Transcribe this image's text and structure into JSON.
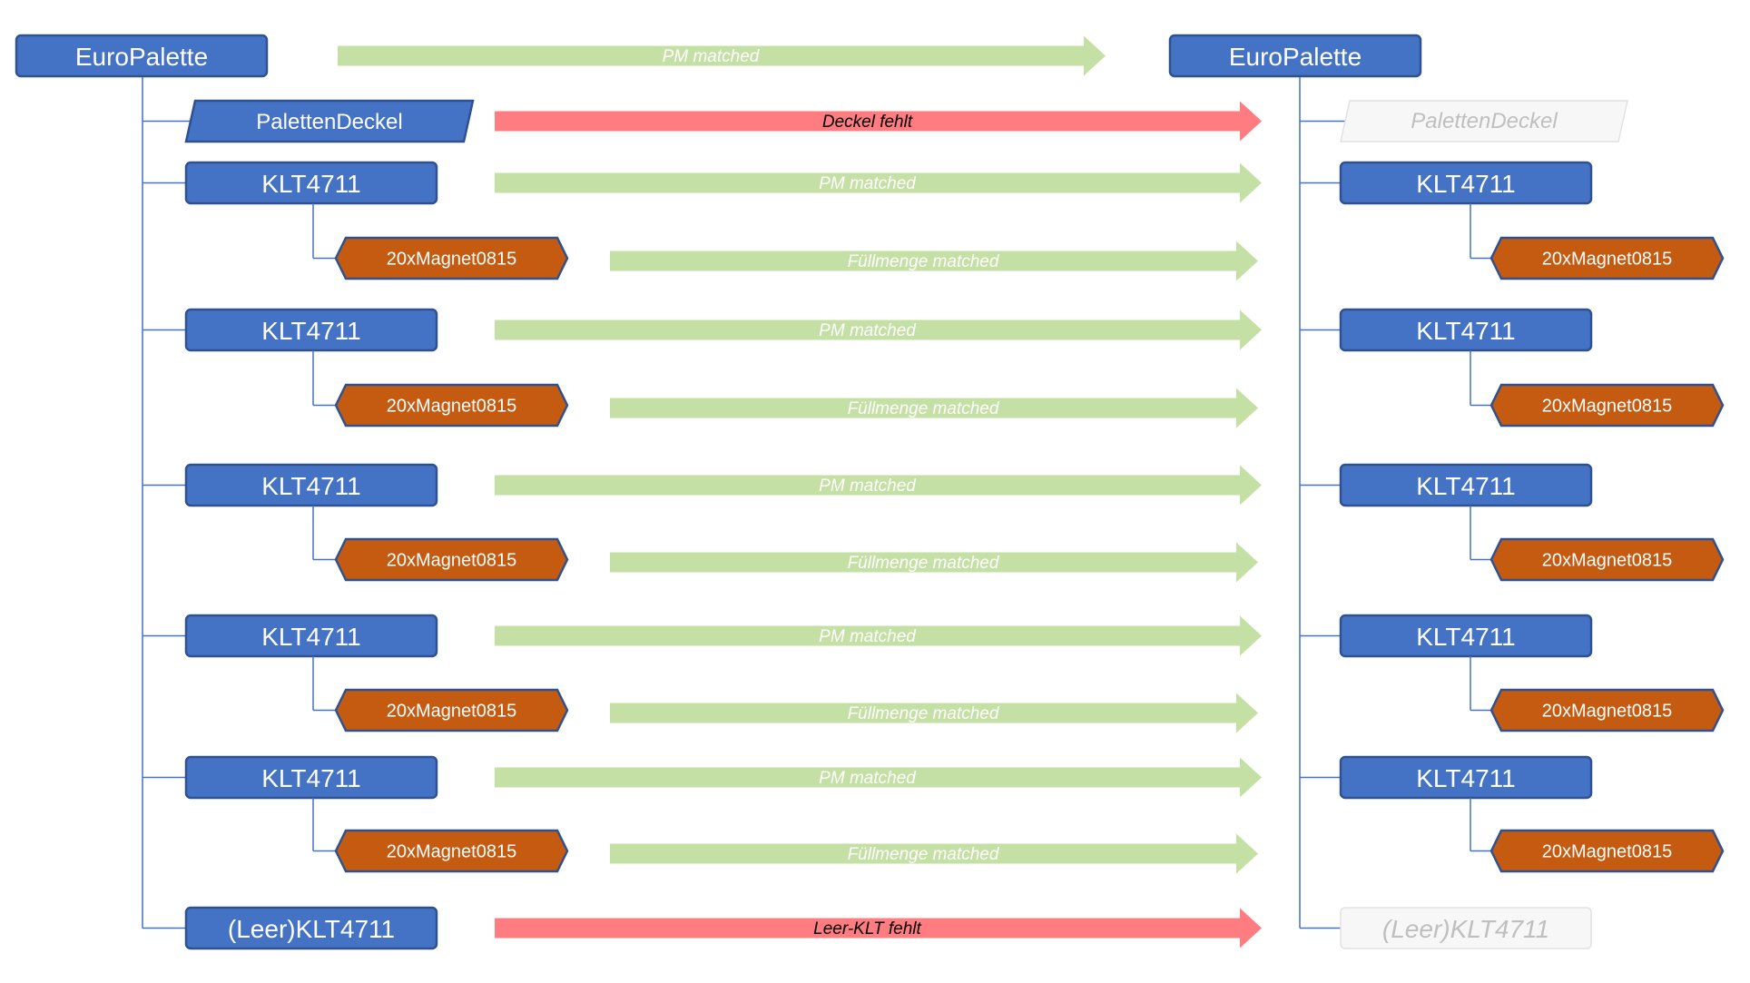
{
  "colors": {
    "blue": "#4472c4",
    "blue_border": "#2f528f",
    "orange": "#c55a11",
    "orange_border": "#2f528f",
    "green_arrow": "#c5e0a5",
    "red_arrow": "#ff7c80",
    "missing_fill": "#f7f7f7",
    "missing_text": "#bfbfbf",
    "line": "#4472c4"
  },
  "left_tree": {
    "root": "EuroPalette",
    "children": [
      {
        "kind": "lid",
        "label": "PalettenDeckel"
      },
      {
        "kind": "klt",
        "label": "KLT4711",
        "content": "20xMagnet0815"
      },
      {
        "kind": "klt",
        "label": "KLT4711",
        "content": "20xMagnet0815"
      },
      {
        "kind": "klt",
        "label": "KLT4711",
        "content": "20xMagnet0815"
      },
      {
        "kind": "klt",
        "label": "KLT4711",
        "content": "20xMagnet0815"
      },
      {
        "kind": "klt",
        "label": "KLT4711",
        "content": "20xMagnet0815"
      },
      {
        "kind": "klt",
        "label": "(Leer)KLT4711"
      }
    ]
  },
  "right_tree": {
    "root": "EuroPalette",
    "children": [
      {
        "kind": "lid",
        "label": "PalettenDeckel",
        "missing": true
      },
      {
        "kind": "klt",
        "label": "KLT4711",
        "content": "20xMagnet0815"
      },
      {
        "kind": "klt",
        "label": "KLT4711",
        "content": "20xMagnet0815"
      },
      {
        "kind": "klt",
        "label": "KLT4711",
        "content": "20xMagnet0815"
      },
      {
        "kind": "klt",
        "label": "KLT4711",
        "content": "20xMagnet0815"
      },
      {
        "kind": "klt",
        "label": "KLT4711",
        "content": "20xMagnet0815"
      },
      {
        "kind": "klt",
        "label": "(Leer)KLT4711",
        "missing": true
      }
    ]
  },
  "arrows": {
    "root": {
      "label": "PM matched",
      "status": "ok"
    },
    "children": [
      {
        "label": "Deckel fehlt",
        "status": "error"
      },
      {
        "label": "PM matched",
        "status": "ok",
        "content_label": "Füllmenge matched",
        "content_status": "ok"
      },
      {
        "label": "PM matched",
        "status": "ok",
        "content_label": "Füllmenge matched",
        "content_status": "ok"
      },
      {
        "label": "PM matched",
        "status": "ok",
        "content_label": "Füllmenge matched",
        "content_status": "ok"
      },
      {
        "label": "PM matched",
        "status": "ok",
        "content_label": "Füllmenge matched",
        "content_status": "ok"
      },
      {
        "label": "PM matched",
        "status": "ok",
        "content_label": "Füllmenge matched",
        "content_status": "ok"
      },
      {
        "label": "Leer-KLT fehlt",
        "status": "error"
      }
    ]
  }
}
